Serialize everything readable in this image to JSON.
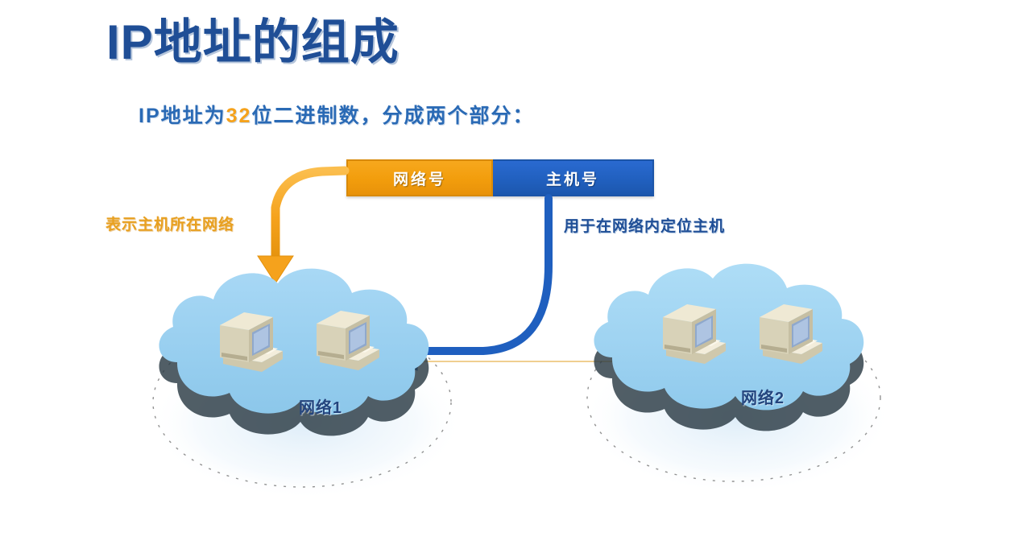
{
  "page": {
    "title": "IP地址的组成",
    "subtitle_before": "IP地址为",
    "subtitle_highlight": "32",
    "subtitle_after": "位二进制数，分成两个部分：",
    "background_color": "#ffffff",
    "title_color": "#1f4e96",
    "subtitle_color": "#2a6ab5",
    "highlight_color": "#f5a21c"
  },
  "address_bar": {
    "network_segment_label": "网络号",
    "host_segment_label": "主机号",
    "network_segment_color": "#f39c12",
    "host_segment_color": "#2160bf"
  },
  "callouts": {
    "network": {
      "text": "表示主机所在网络",
      "color": "#e8a020"
    },
    "host": {
      "text": "用于在网络内定位主机",
      "color": "#1f4e96"
    }
  },
  "clouds": [
    {
      "label": "网络1",
      "fill_color": "#9ed2f2",
      "computers": 2
    },
    {
      "label": "网络2",
      "fill_color": "#a6d6f3",
      "computers": 2
    }
  ],
  "links": {
    "inter_cloud_line_color": "#b8760d",
    "network_arrow_color": "#f5a21c",
    "host_arrow_color": "#1f5fbf"
  },
  "icons": {
    "computer": "desktop-computer-icon",
    "cloud": "network-cloud-icon",
    "network_arrow": "curved-arrow-down-icon",
    "host_arrow": "curved-arrow-left-icon"
  }
}
